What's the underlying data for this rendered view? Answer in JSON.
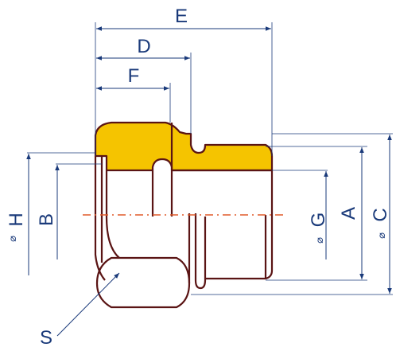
{
  "labels": {
    "E": "E",
    "D": "D",
    "F": "F",
    "H": "H",
    "B": "B",
    "G": "G",
    "A": "A",
    "C": "C",
    "S": "S",
    "diameter_symbol": "⌀"
  },
  "colors": {
    "dimension_line": "#1a3a7a",
    "part_outline": "#5a1414",
    "section_fill": "#f5c400",
    "centerline": "#e05a2a",
    "background": "#ffffff"
  }
}
